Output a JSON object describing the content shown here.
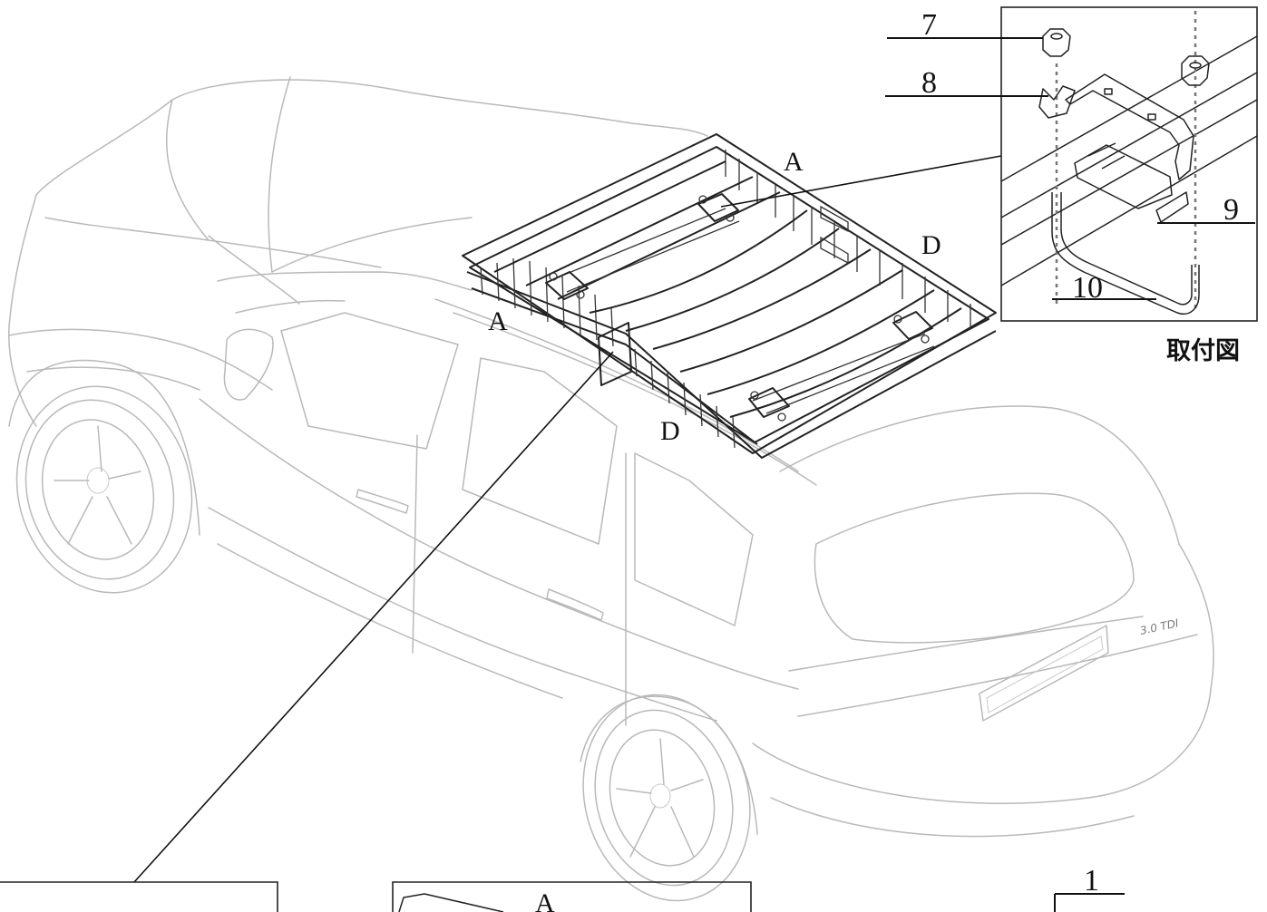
{
  "callouts": {
    "c1": "1",
    "c7": "7",
    "c8": "8",
    "c9": "9",
    "c10": "10"
  },
  "letters": {
    "a_top": "A",
    "a_left": "A",
    "a_bottom": "A",
    "d_right": "D",
    "d_bottom": "D"
  },
  "inset": {
    "caption": "取付図"
  },
  "vehicle": {
    "badge": "3.0 TDI"
  }
}
